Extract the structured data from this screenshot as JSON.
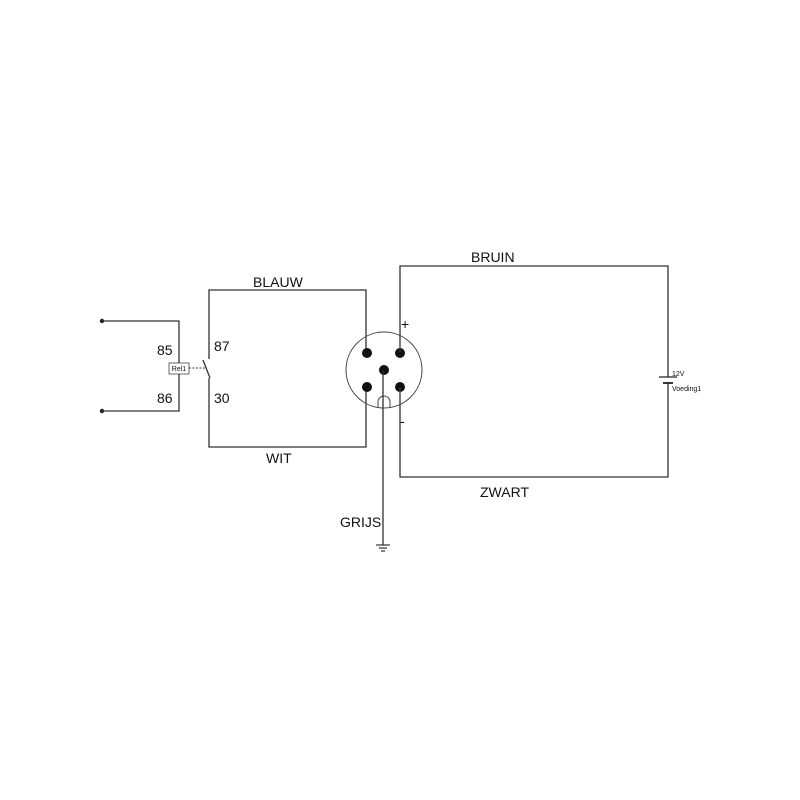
{
  "wires": {
    "blue": "BLAUW",
    "white": "WIT",
    "brown": "BRUIN",
    "black": "ZWART",
    "grey": "GRIJS"
  },
  "relay": {
    "name": "Rel1",
    "pin_85": "85",
    "pin_86": "86",
    "pin_87": "87",
    "pin_30": "30"
  },
  "connector": {
    "plus": "+",
    "minus": "-"
  },
  "supply": {
    "voltage": "12V",
    "name": "Voeding1"
  }
}
